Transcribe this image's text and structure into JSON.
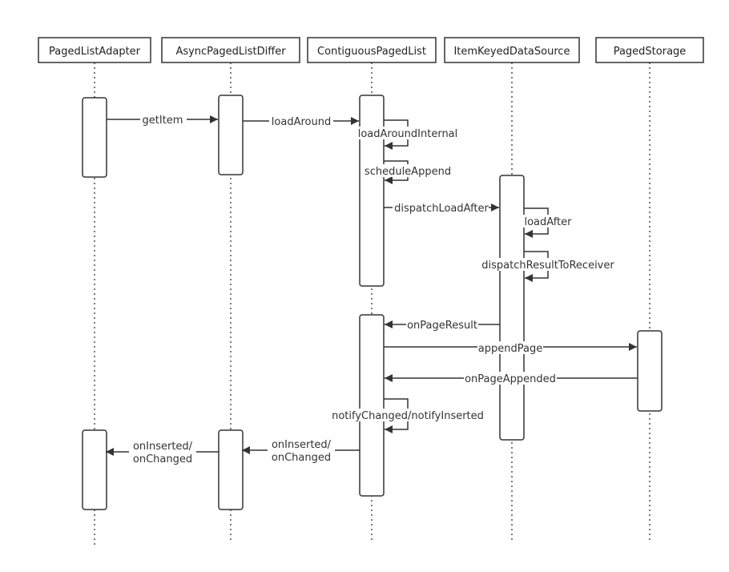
{
  "participants": [
    {
      "id": "adapter",
      "label": "PagedListAdapter"
    },
    {
      "id": "differ",
      "label": "AsyncPagedListDiffer"
    },
    {
      "id": "pagedlist",
      "label": "ContiguousPagedList"
    },
    {
      "id": "source",
      "label": "ItemKeyedDataSource"
    },
    {
      "id": "storage",
      "label": "PagedStorage"
    }
  ],
  "messages": [
    {
      "id": "getItem",
      "from": "adapter",
      "to": "differ",
      "label": "getItem"
    },
    {
      "id": "loadAround",
      "from": "differ",
      "to": "pagedlist",
      "label": "loadAround"
    },
    {
      "id": "loadAroundInternal",
      "from": "pagedlist",
      "to": "pagedlist",
      "label": "loadAroundInternal"
    },
    {
      "id": "scheduleAppend",
      "from": "pagedlist",
      "to": "pagedlist",
      "label": "scheduleAppend"
    },
    {
      "id": "dispatchLoadAfter",
      "from": "pagedlist",
      "to": "source",
      "label": "dispatchLoadAfter"
    },
    {
      "id": "loadAfter",
      "from": "source",
      "to": "source",
      "label": "loadAfter"
    },
    {
      "id": "dispatchResultToReceiver",
      "from": "source",
      "to": "source",
      "label": "dispatchResultToReceiver"
    },
    {
      "id": "onPageResult",
      "from": "source",
      "to": "pagedlist",
      "label": "onPageResult"
    },
    {
      "id": "appendPage",
      "from": "pagedlist",
      "to": "storage",
      "label": "appendPage"
    },
    {
      "id": "onPageAppended",
      "from": "storage",
      "to": "pagedlist",
      "label": "onPageAppended"
    },
    {
      "id": "notifyChanged",
      "from": "pagedlist",
      "to": "pagedlist",
      "label": "notifyChanged/notifyInserted"
    },
    {
      "id": "onInsertedDiffer",
      "from": "pagedlist",
      "to": "differ",
      "label_lines": [
        "onInserted/",
        "onChanged"
      ]
    },
    {
      "id": "onInsertedAdapter",
      "from": "differ",
      "to": "adapter",
      "label_lines": [
        "onInserted/",
        "onChanged"
      ]
    }
  ]
}
